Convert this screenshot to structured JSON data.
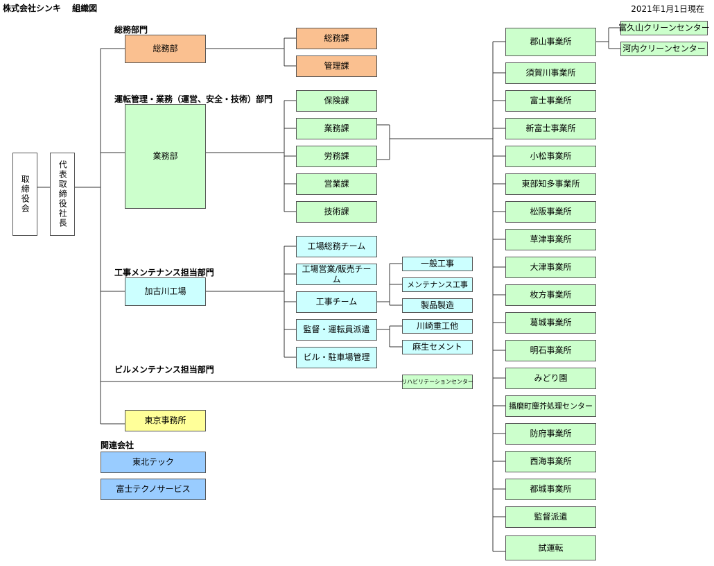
{
  "title": "株式会社シンキ　 組織図",
  "date": "2021年1月1日現在",
  "top": {
    "board": "取締役会",
    "president": "代表取締役社長"
  },
  "sections": {
    "general": "総務部門",
    "operations": "運転管理・業務（運営、安全・技術）部門",
    "maintenance": "工事メンテナンス担当部門",
    "building": "ビルメンテナンス担当部門",
    "affiliates": "関連会社"
  },
  "departments": {
    "soumubu": "総務部",
    "gyoumubu": "業務部",
    "kakogawa": "加古川工場",
    "tokyo": "東京事務所"
  },
  "soumu_sections": [
    "総務課",
    "管理課"
  ],
  "gyoumu_sections": [
    "保険課",
    "業務課",
    "労務課",
    "営業課",
    "技術課"
  ],
  "factory_teams": [
    "工場総務チーム",
    "工場営業/販売チーム",
    "工事チーム",
    "監督・運転員派遣",
    "ビル・駐車場管理"
  ],
  "construction_sub": [
    "一般工事",
    "メンテナンス工事",
    "製品製造"
  ],
  "dispatch_sub": [
    "川崎重工他",
    "麻生セメント"
  ],
  "rehab": "リハビリテーションセンター",
  "affiliates": [
    "東北テック",
    "富士テクノサービス"
  ],
  "offices": [
    "郡山事業所",
    "須賀川事業所",
    "富士事業所",
    "新富士事業所",
    "小松事業所",
    "東部知多事業所",
    "松阪事業所",
    "草津事業所",
    "大津事業所",
    "枚方事業所",
    "葛城事業所",
    "明石事業所",
    "みどり園",
    "播磨町塵芥処理センター",
    "防府事業所",
    "西海事業所",
    "都城事業所",
    "監督派遣",
    "試運転"
  ],
  "koriyama_sub": [
    "富久山クリーンセンター",
    "河内クリーンセンター"
  ]
}
